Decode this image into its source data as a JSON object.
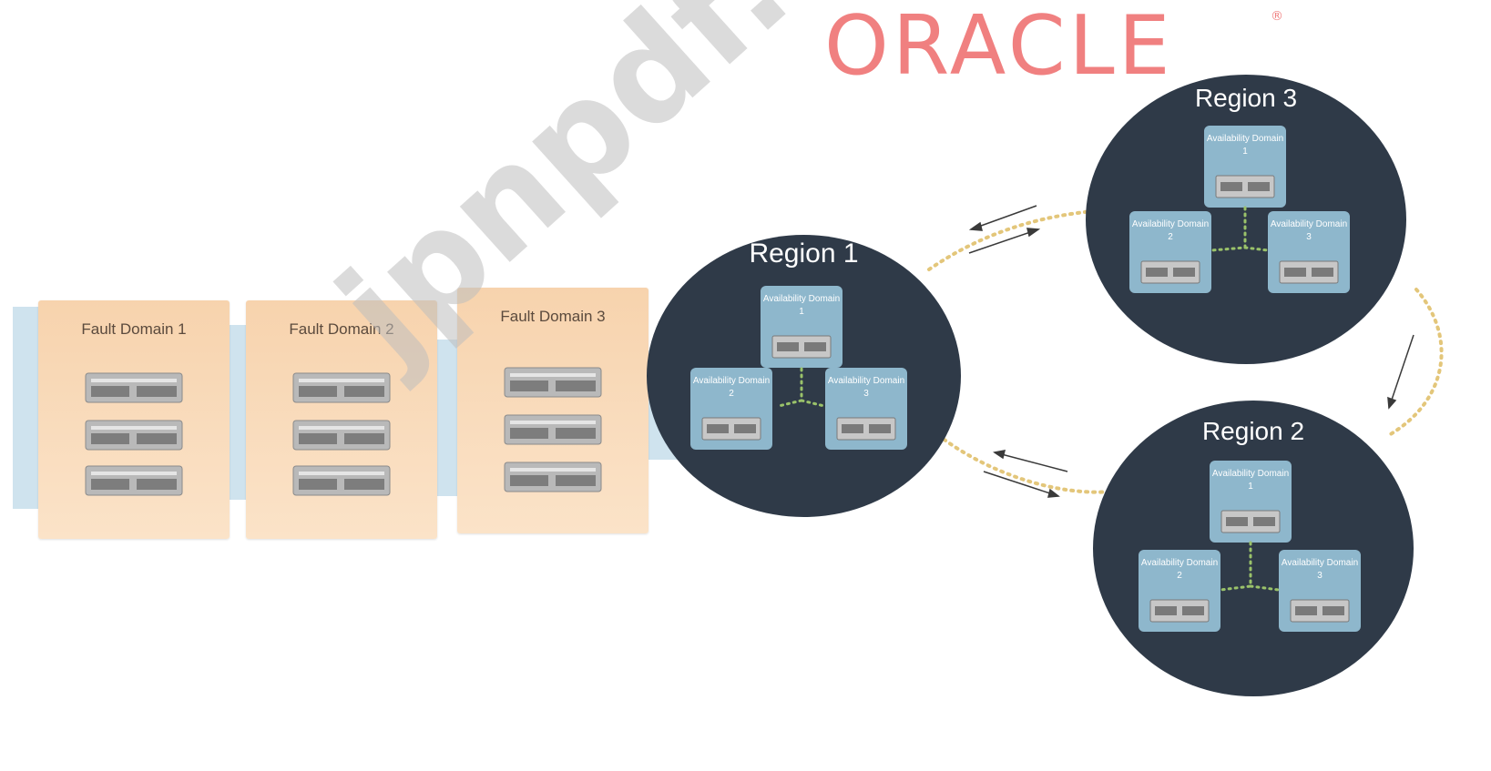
{
  "logo": {
    "text": "ORACLE",
    "registered": "®"
  },
  "fault_domains": [
    {
      "label": "Fault Domain 1"
    },
    {
      "label": "Fault Domain 2"
    },
    {
      "label": "Fault Domain 3"
    }
  ],
  "regions": {
    "region1": {
      "title": "Region 1",
      "ads": [
        "Availability Domain 1",
        "Availability Domain 2",
        "Availability Domain 3"
      ]
    },
    "region2": {
      "title": "Region 2",
      "ads": [
        "Availability Domain 1",
        "Availability Domain 2",
        "Availability Domain 3"
      ]
    },
    "region3": {
      "title": "Region 3",
      "ads": [
        "Availability Domain 1",
        "Availability Domain 2",
        "Availability Domain 3"
      ]
    }
  },
  "watermark": "jpnpdf.com",
  "colors": {
    "fault_card": "#f8d6b2",
    "region_bg": "#2f3a48",
    "ad_box": "#8eb7cc",
    "link_dots": "#e8d28a",
    "logo": "#f08080"
  }
}
